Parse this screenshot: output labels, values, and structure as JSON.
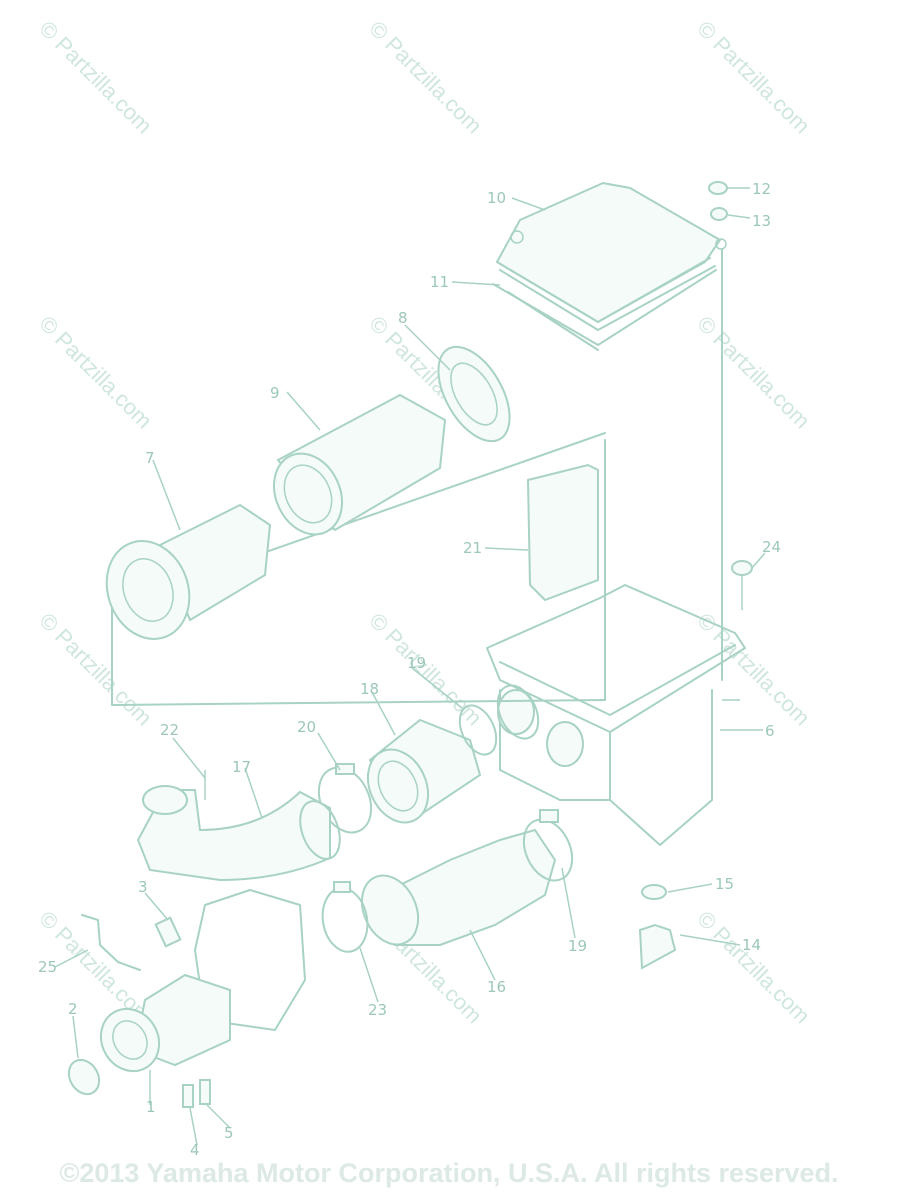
{
  "watermark": "© Partzilla.com",
  "copyright": "©2013 Yamaha Motor Corporation, U.S.A. All rights reserved.",
  "callouts": {
    "p1": "1",
    "p2": "2",
    "p3": "3",
    "p4": "4",
    "p5": "5",
    "p6": "6",
    "p7": "7",
    "p8": "8",
    "p9": "9",
    "p10": "10",
    "p11": "11",
    "p12": "12",
    "p13": "13",
    "p14": "14",
    "p15": "15",
    "p16": "16",
    "p17": "17",
    "p18": "18",
    "p19a": "19",
    "p19b": "19",
    "p20": "20",
    "p21": "21",
    "p22": "22",
    "p23": "23",
    "p24": "24",
    "p25": "25"
  },
  "colors": {
    "linework": "#a8d2c4",
    "labels": "#9cc7ba",
    "watermark": "#cfe6de"
  }
}
